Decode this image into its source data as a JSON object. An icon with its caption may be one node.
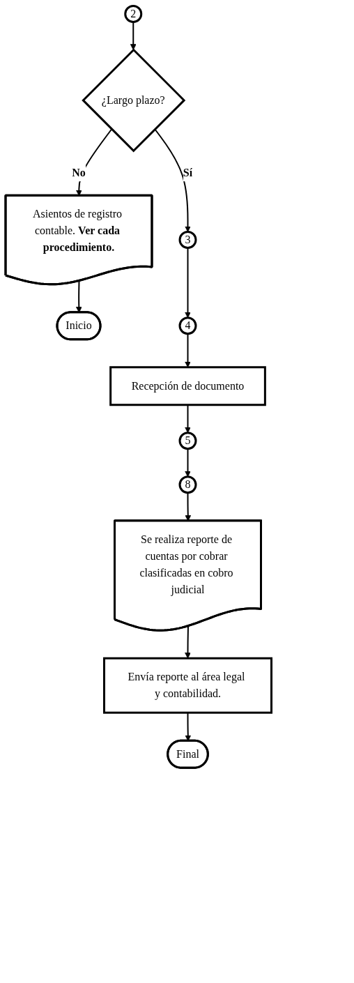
{
  "diagram": {
    "nodes": [
      {
        "text": [
          "2"
        ]
      },
      {
        "text": [
          "¿Largo plazo?"
        ]
      },
      {
        "text": [
          "Asientos de registro contable. **Ver cada procedimiento.**"
        ]
      },
      {
        "text": [
          "Inicio"
        ]
      },
      {
        "text": [
          "3"
        ]
      },
      {
        "text": [
          "4"
        ]
      },
      {
        "text": [
          "Recepción de documento"
        ]
      },
      {
        "text": [
          "5"
        ]
      },
      {
        "text": [
          "8"
        ]
      },
      {
        "text": [
          "Se realiza reporte de cuentas por cobrar clasificadas en cobro judicial"
        ]
      },
      {
        "text": [
          "Envía reporte al área legal y contabilidad."
        ]
      },
      {
        "text": [
          "Final"
        ]
      }
    ],
    "edges": [
      {
        "from": 0,
        "to": 1,
        "arrow": "to"
      },
      {
        "from": 1,
        "to": 2,
        "arrow": "to",
        "label": "No"
      },
      {
        "from": 2,
        "to": 3,
        "arrow": "to"
      },
      {
        "from": 1,
        "to": 4,
        "arrow": "to",
        "label": "Sí"
      },
      {
        "from": 4,
        "to": 5,
        "arrow": "to"
      },
      {
        "from": 5,
        "to": 6,
        "arrow": "to"
      },
      {
        "from": 6,
        "to": 7,
        "arrow": "to"
      },
      {
        "from": 7,
        "to": 8,
        "arrow": "to"
      },
      {
        "from": 8,
        "to": 9,
        "arrow": "to"
      },
      {
        "from": 9,
        "to": 10,
        "arrow": "to"
      },
      {
        "from": 10,
        "to": 11,
        "arrow": "to"
      }
    ]
  }
}
